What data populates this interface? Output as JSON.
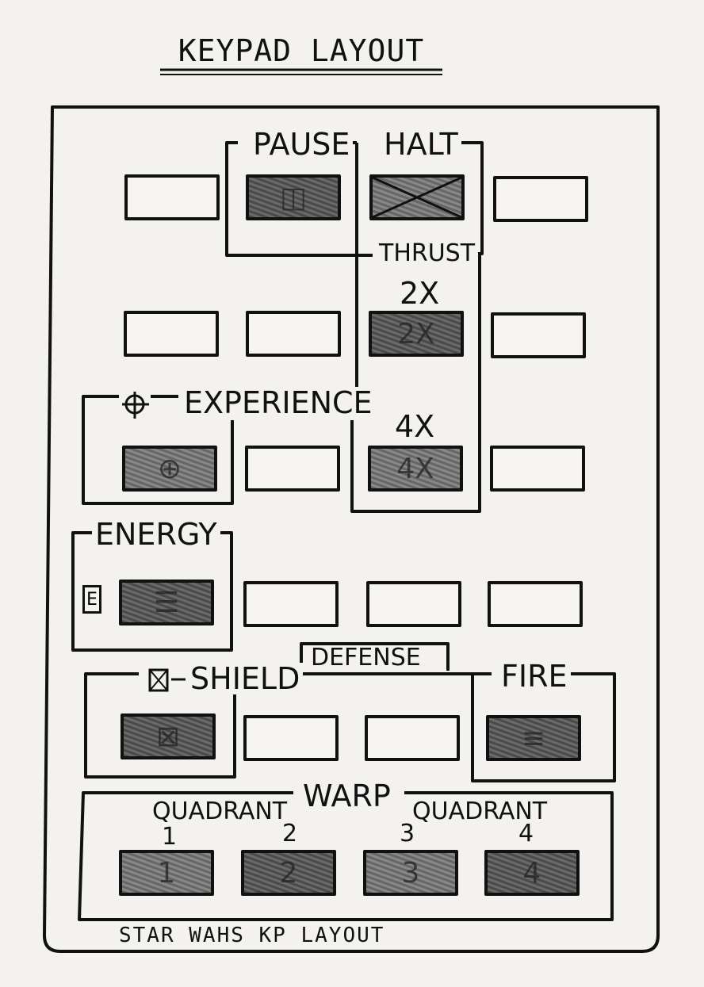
{
  "title": "KEYPAD LAYOUT",
  "labels": {
    "pause": "PAUSE",
    "halt": "HALT",
    "thrust": "THRUST",
    "thrust_2x": "2X",
    "thrust_4x": "4X",
    "experience": "EXPERIENCE",
    "energy": "ENERGY",
    "defense": "DEFENSE",
    "shield": "SHIELD",
    "fire": "FIRE",
    "warp": "WARP",
    "quadrant_left": "QUADRANT",
    "quadrant_right": "QUADRANT",
    "q1": "1",
    "q2": "2",
    "q3": "3",
    "q4": "4"
  },
  "keys": {
    "pause_symbol": "◫",
    "x_2": "2X",
    "x_4": "4X",
    "experience_symbol": "⊕",
    "energy_symbol": "☰",
    "shield_symbol": "⊠",
    "fire_symbol": "≡",
    "warp_1": "1",
    "warp_2": "2",
    "warp_3": "3",
    "warp_4": "4"
  },
  "energy_tag": "E",
  "footer": "STAR WAHS KP LAYOUT"
}
